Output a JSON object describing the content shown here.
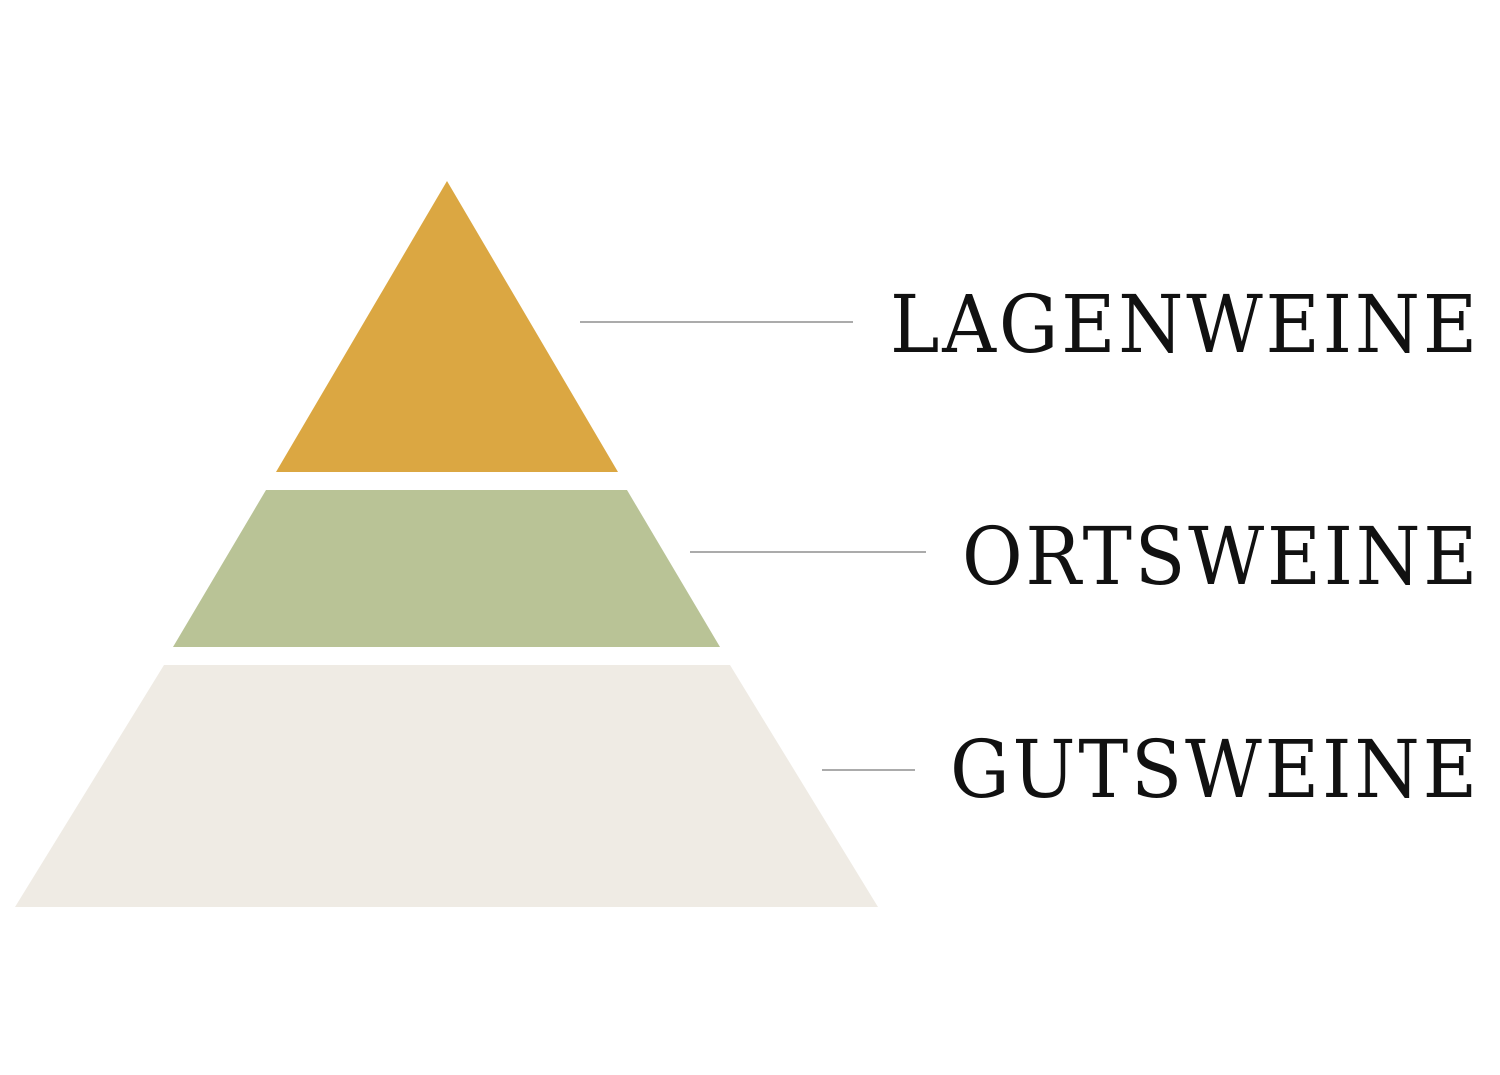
{
  "pyramid": {
    "tiers": [
      {
        "label": "LAGENWEINE",
        "color": "#dba742"
      },
      {
        "label": "ORTSWEINE",
        "color": "#b9c396"
      },
      {
        "label": "GUTSWEINE",
        "color": "#efebe4"
      }
    ],
    "line_color": "#8f8f8f"
  }
}
